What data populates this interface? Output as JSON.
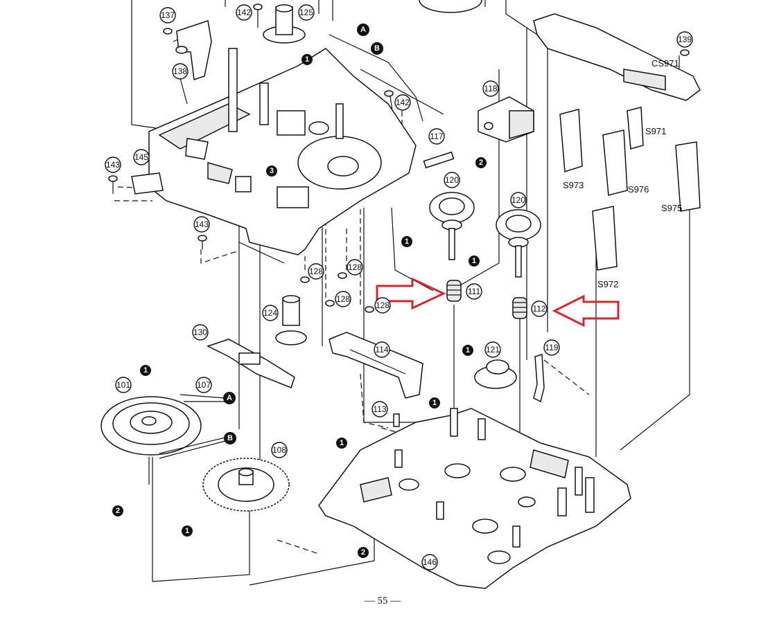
{
  "callouts": {
    "c137": "137",
    "c142a": "142",
    "c125": "125",
    "c138": "138",
    "c142b": "142",
    "c118": "118",
    "c139": "139",
    "c145": "145",
    "c117": "117",
    "c143a": "143",
    "c120a": "120",
    "c120b": "120",
    "c143b": "143",
    "c128a": "128",
    "c128b": "128",
    "c128c": "128",
    "c128d": "128",
    "c111": "111",
    "c112": "112",
    "c124": "124",
    "c130": "130",
    "c114": "114",
    "c119": "119",
    "c121": "121",
    "c101": "101",
    "c107": "107",
    "c113": "113",
    "c108": "108",
    "c146": "146"
  },
  "bullets": {
    "one": "1",
    "two": "2",
    "three": "3",
    "A": "A",
    "B": "B"
  },
  "labels": {
    "cs971": "CS971",
    "s971": "S971",
    "s973": "S973",
    "s976": "S976",
    "s975": "S975",
    "s972": "S972"
  },
  "page_number": "— 55 —",
  "colors": {
    "highlight_arrow": "#d3262f",
    "ink": "#111111"
  }
}
